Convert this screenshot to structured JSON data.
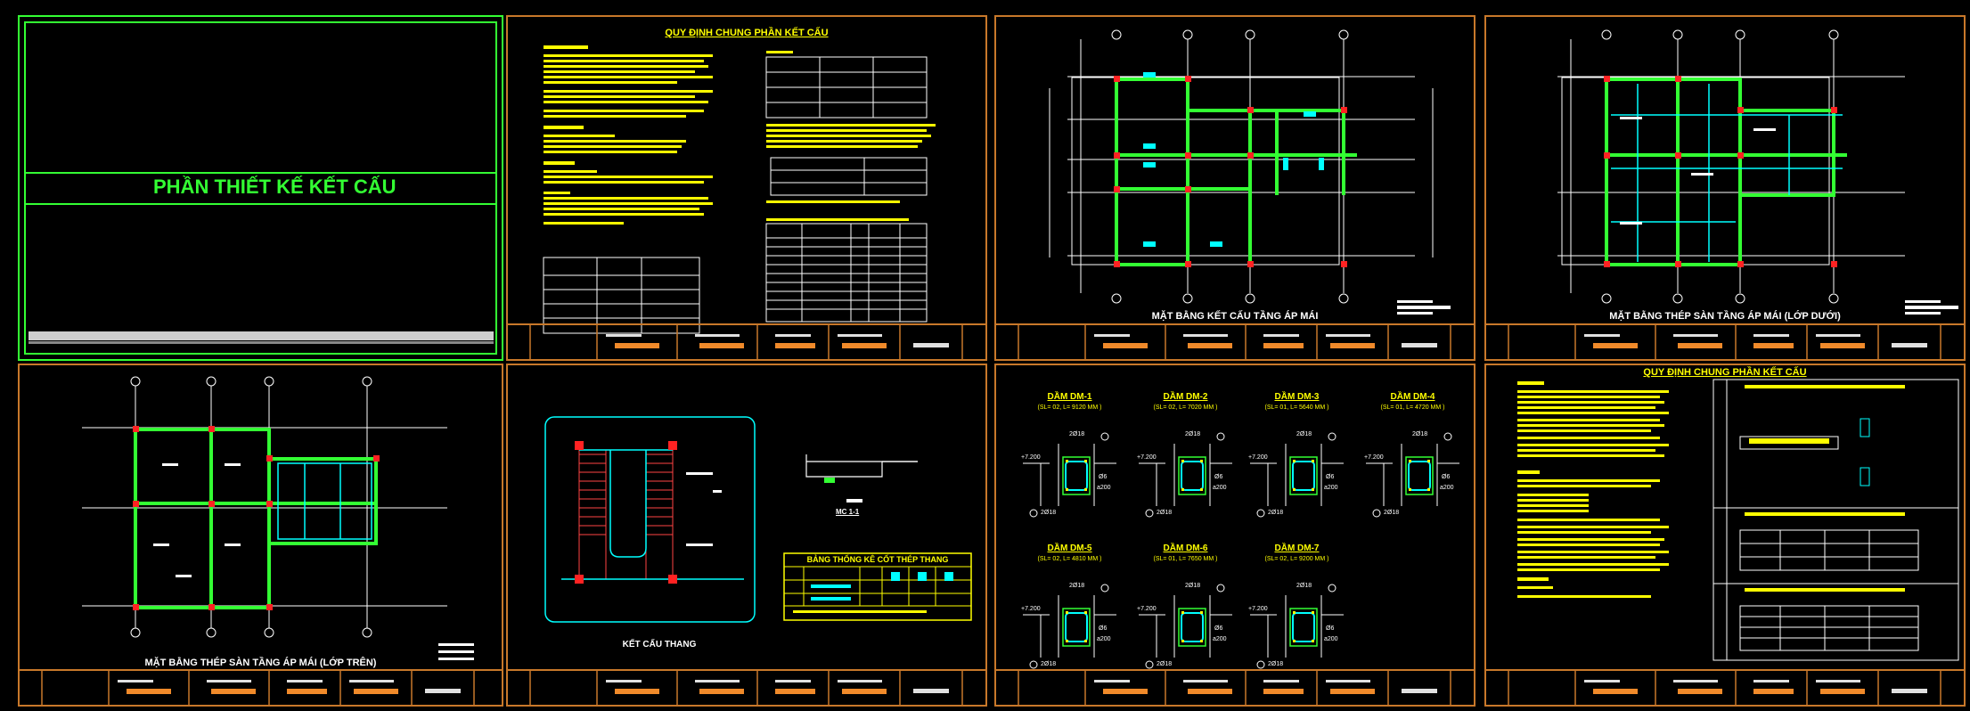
{
  "sheets": {
    "cover": {
      "title": "PHẦN THIẾT KẾ KẾT CẤU"
    },
    "general1": {
      "title": "QUY ĐỊNH CHUNG PHẦN KẾT CẤU"
    },
    "plan1": {
      "title": "MẶT BẰNG KẾT CẤU TẦNG ÁP MÁI"
    },
    "plan2": {
      "title": "MẶT BẰNG THÉP SÀN TẦNG ÁP MÁI (LỚP DƯỚI)"
    },
    "plan3": {
      "title": "MẶT BẰNG THÉP SÀN TẦNG ÁP MÁI (LỚP TRÊN)"
    },
    "stair": {
      "title": "KẾT CẤU THANG",
      "section_label": "MC 1-1",
      "table_title": "BẢNG THỐNG KÊ CỐT THÉP THANG"
    },
    "beams": {
      "title": "",
      "items": [
        {
          "name": "DẦM DM-1",
          "sub": "(SL= 02, L= 9120 MM )"
        },
        {
          "name": "DẦM DM-2",
          "sub": "(SL= 02, L= 7020 MM )"
        },
        {
          "name": "DẦM DM-3",
          "sub": "(SL= 01, L= 5640 MM )"
        },
        {
          "name": "DẦM DM-4",
          "sub": "(SL= 01, L= 4720 MM )"
        },
        {
          "name": "DẦM DM-5",
          "sub": "(SL= 02, L= 4810 MM )"
        },
        {
          "name": "DẦM DM-6",
          "sub": "(SL= 01, L= 7650 MM )"
        },
        {
          "name": "DẦM DM-7",
          "sub": "(SL= 02, L= 9200 MM )"
        }
      ],
      "level": "+7.200",
      "top_bar": "2Ø18",
      "bot_bar": "2Ø18",
      "stirrup": "Ø6",
      "spacing": "a200"
    },
    "general2": {
      "title": "QUY ĐỊNH CHUNG PHẦN KẾT CẤU"
    }
  }
}
